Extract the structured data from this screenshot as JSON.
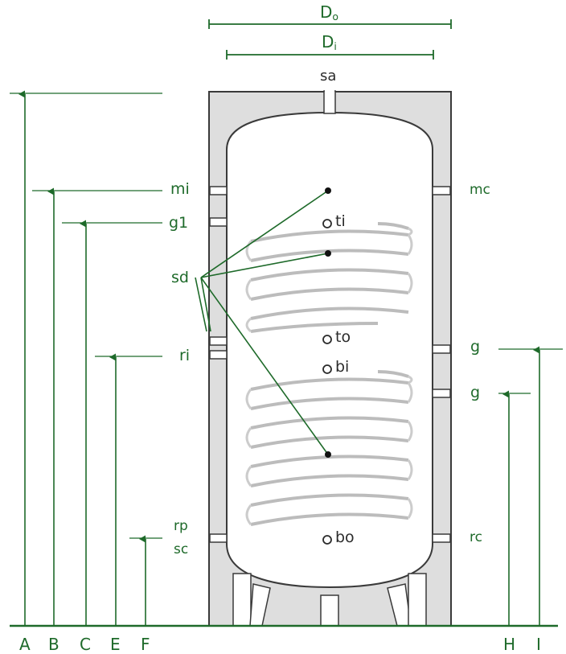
{
  "colors": {
    "dimension": "#1e6a2a",
    "insulation_fill": "#dedede",
    "outline": "#3a3a3a",
    "coil": "#bcbcbc",
    "background": "#ffffff"
  },
  "dimensions_top": {
    "outer": {
      "letter": "D",
      "sub": "o"
    },
    "inner": {
      "letter": "D",
      "sub": "i"
    }
  },
  "left_labels": {
    "mi": "mi",
    "g1": "g1",
    "sd": "sd",
    "ri": "ri",
    "rp": "rp",
    "sc": "sc"
  },
  "right_labels": {
    "mc": "mc",
    "g_upper": "g",
    "g_lower": "g",
    "rc": "rc"
  },
  "center_labels": {
    "sa": "sa",
    "ti": "ti",
    "to": "to",
    "bi": "bi",
    "bo": "bo"
  },
  "axis_letters": [
    "A",
    "B",
    "C",
    "E",
    "F",
    "H",
    "I"
  ],
  "icons": {
    "open_port": "circle-outline",
    "sensor_point": "filled-dot",
    "dimension_arrow": "arrow-up"
  }
}
